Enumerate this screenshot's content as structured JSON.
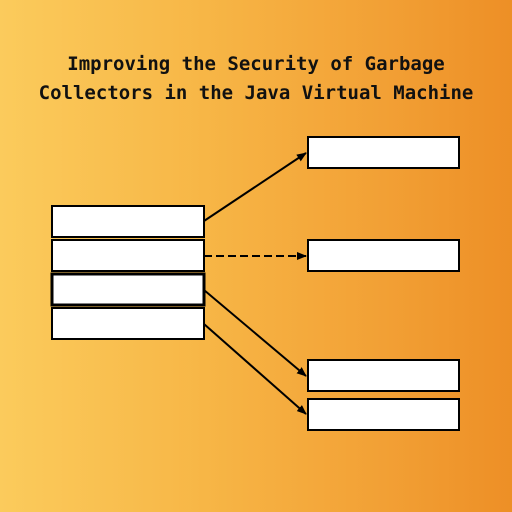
{
  "title": {
    "line1": "Improving the Security of Garbage",
    "line2": "Collectors in the Java Virtual Machine"
  },
  "diagram": {
    "left_slots": [
      "",
      "",
      "",
      ""
    ],
    "right_blocks": [
      "",
      "",
      "",
      ""
    ],
    "edges": [
      {
        "from": "left-slot-1",
        "to": "right-block-1",
        "style": "solid"
      },
      {
        "from": "left-slot-2",
        "to": "right-block-2",
        "style": "dashed"
      },
      {
        "from": "left-slot-3",
        "to": "right-block-3",
        "style": "solid"
      },
      {
        "from": "left-slot-4",
        "to": "right-block-4",
        "style": "solid"
      }
    ]
  },
  "colors": {
    "background_start": "#fbcb5c",
    "background_end": "#ed8f26",
    "box_fill": "#ffffff",
    "stroke": "#000000"
  }
}
